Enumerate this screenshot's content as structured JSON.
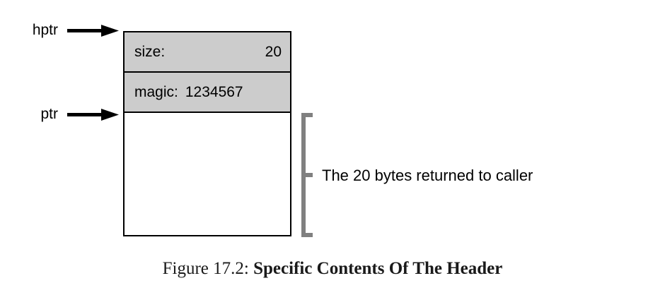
{
  "figure": {
    "caption_number": "Figure 17.2:",
    "caption_title": "Specific Contents Of The Header"
  },
  "pointers": [
    {
      "name": "hptr",
      "label": "hptr",
      "target": "top of header"
    },
    {
      "name": "ptr",
      "label": "ptr",
      "target": "start of payload"
    }
  ],
  "memory_block": {
    "header_rows": [
      {
        "key": "size:",
        "value": "20"
      },
      {
        "key": "magic:",
        "value": "1234567"
      }
    ],
    "payload": {
      "brace_label": "The 20 bytes returned to caller"
    }
  },
  "colors": {
    "header_fill": "#cccccc",
    "payload_fill": "#ffffff",
    "outline": "#000000",
    "brace": "#808080",
    "background": "#ffffff"
  }
}
